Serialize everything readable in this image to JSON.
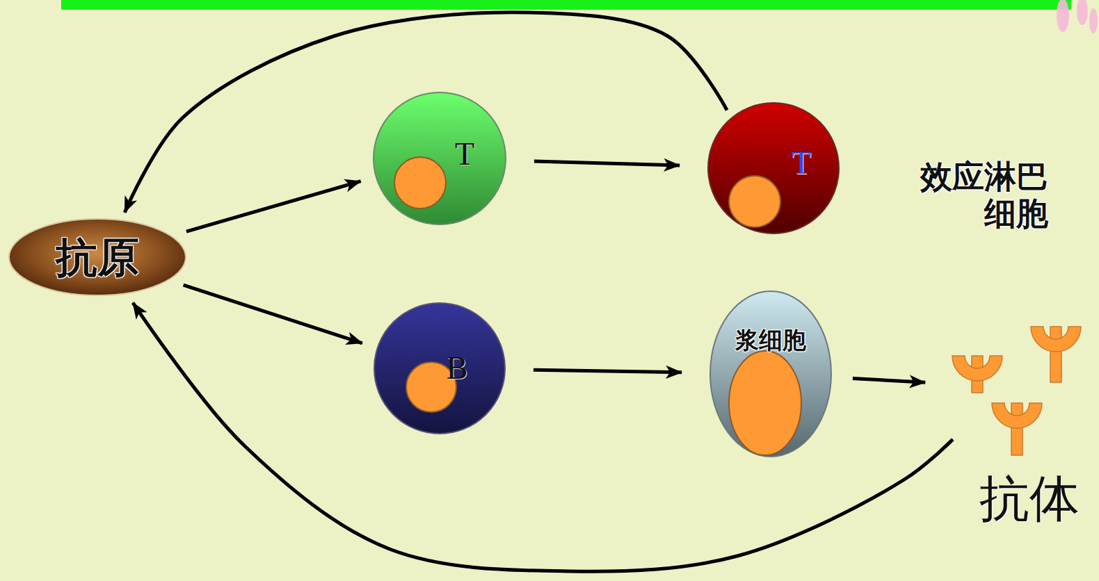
{
  "diagram": {
    "nodes": [
      {
        "text": [
          "抗原"
        ]
      },
      {
        "text": [
          "T"
        ]
      },
      {
        "text": [
          "B"
        ]
      },
      {
        "text": [
          "T",
          "效应淋巴 细胞"
        ]
      },
      {
        "text": [
          "浆细胞"
        ]
      },
      {
        "text": [
          "抗体"
        ]
      }
    ],
    "edges": [
      {
        "from": 0,
        "to": 1,
        "arrow": "to"
      },
      {
        "from": 0,
        "to": 2,
        "arrow": "to"
      },
      {
        "from": 1,
        "to": 3,
        "arrow": "to"
      },
      {
        "from": 2,
        "to": 4,
        "arrow": "to"
      },
      {
        "from": 4,
        "to": 5,
        "arrow": "to"
      },
      {
        "from": 3,
        "to": 0,
        "arrow": "to"
      },
      {
        "from": 5,
        "to": 0,
        "arrow": "to"
      }
    ]
  }
}
